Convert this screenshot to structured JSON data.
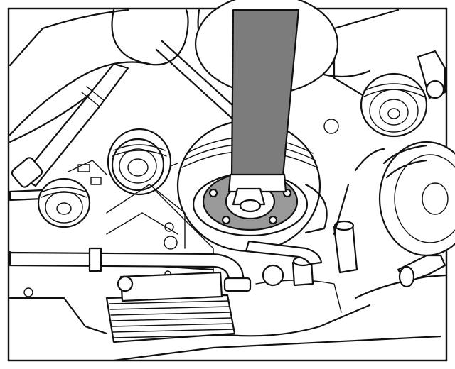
{
  "figure": {
    "style": "black-and-white technical line drawing",
    "colors": {
      "line": "#111111",
      "background": "#ffffff",
      "tool_fill": "#8f8f8f",
      "flange_fill": "#9a9a9a"
    },
    "elements": [
      "tool-handle",
      "tensioner-pulley",
      "idler-pulley",
      "oil-cooler",
      "coolant-pipe",
      "engine-block"
    ]
  }
}
